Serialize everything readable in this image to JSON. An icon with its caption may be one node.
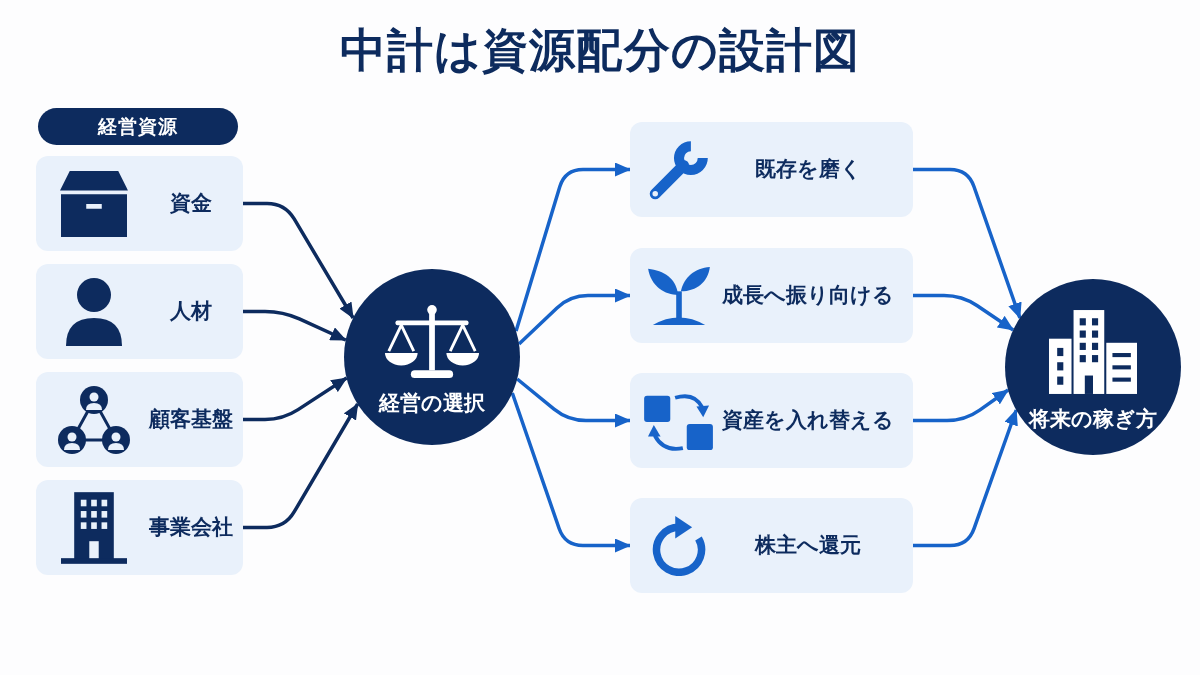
{
  "diagram": {
    "title": "中計は資源配分の設計図",
    "nodes": [
      {
        "text": [
          "経営資源"
        ]
      },
      {
        "text": [
          "資金"
        ]
      },
      {
        "text": [
          "人材"
        ]
      },
      {
        "text": [
          "顧客基盤"
        ]
      },
      {
        "text": [
          "事業会社"
        ]
      },
      {
        "text": [
          "経営の選択"
        ]
      },
      {
        "text": [
          "既存を磨く"
        ]
      },
      {
        "text": [
          "成長へ振り向ける"
        ]
      },
      {
        "text": [
          "資産を入れ替える"
        ]
      },
      {
        "text": [
          "株主へ還元"
        ]
      },
      {
        "text": [
          "将来の稼ぎ方"
        ]
      }
    ],
    "edges": [
      {
        "from": 1,
        "to": 5,
        "arrow": "to",
        "color": "#0d2b5e"
      },
      {
        "from": 2,
        "to": 5,
        "arrow": "to",
        "color": "#0d2b5e"
      },
      {
        "from": 3,
        "to": 5,
        "arrow": "to",
        "color": "#0d2b5e"
      },
      {
        "from": 4,
        "to": 5,
        "arrow": "to",
        "color": "#0d2b5e"
      },
      {
        "from": 5,
        "to": 6,
        "arrow": "to"
      },
      {
        "from": 5,
        "to": 7,
        "arrow": "to"
      },
      {
        "from": 5,
        "to": 8,
        "arrow": "to"
      },
      {
        "from": 5,
        "to": 9,
        "arrow": "to"
      },
      {
        "from": 6,
        "to": 10,
        "arrow": "to"
      },
      {
        "from": 7,
        "to": 10,
        "arrow": "to"
      },
      {
        "from": 8,
        "to": 10,
        "arrow": "to"
      },
      {
        "from": 9,
        "to": 10,
        "arrow": "to"
      }
    ]
  }
}
